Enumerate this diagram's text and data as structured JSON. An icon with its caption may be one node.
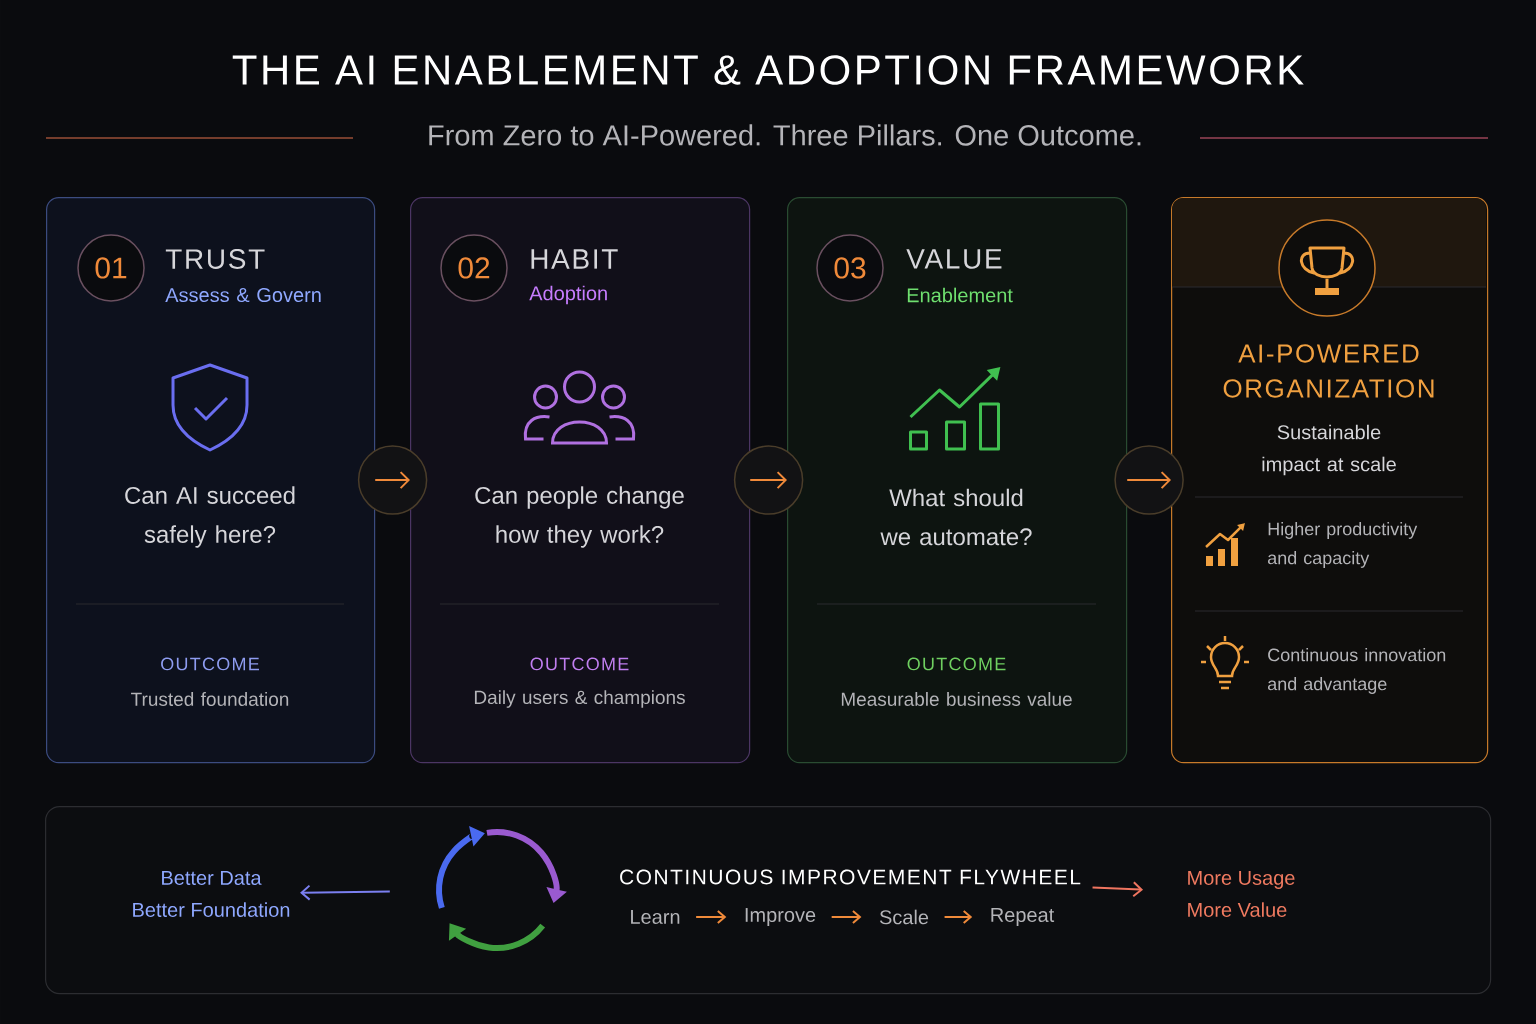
{
  "diagram": {
    "title": "THE AI ENABLEMENT & ADOPTION FRAMEWORK",
    "nodes": [
      {
        "text": [
          "TRUST",
          "Assess & Govern",
          "Can AI succeed safely here?",
          "OUTCOME",
          "Trusted foundation"
        ]
      },
      {
        "text": [
          "01"
        ],
        "in": 0
      },
      {
        "text": [
          "HABIT",
          "Adoption",
          "Can people change how they work?",
          "OUTCOME",
          "Daily users & champions"
        ]
      },
      {
        "text": [
          "02"
        ],
        "in": 2
      },
      {
        "text": [
          "VALUE",
          "Enablement",
          "What should we automate?",
          "OUTCOME",
          "Measurable business value"
        ]
      },
      {
        "text": [
          "03"
        ],
        "in": 4
      },
      {
        "text": [
          "AI-POWERED ORGANIZATION",
          "Sustainable impact at scale",
          "Higher productivity and capacity",
          "Continuous innovation and advantage"
        ]
      },
      {
        "text": [],
        "shape": "box"
      },
      {
        "text": [
          "Better Data",
          "Better Foundation"
        ],
        "in": 7
      },
      {
        "text": [],
        "shape": "circle",
        "in": 7
      },
      {
        "text": [
          "CONTINUOUS IMPROVEMENT FLYWHEEL"
        ],
        "in": 7
      },
      {
        "text": [
          "Learn"
        ],
        "in": 7
      },
      {
        "text": [
          "Improve"
        ],
        "in": 7
      },
      {
        "text": [
          "Scale"
        ],
        "in": 7
      },
      {
        "text": [
          "Repeat"
        ],
        "in": 7
      },
      {
        "text": [
          "More Usage",
          "More Value"
        ],
        "in": 7
      }
    ],
    "edges": [
      {
        "from": 0,
        "to": 2,
        "arrow": "to"
      },
      {
        "from": 2,
        "to": 4,
        "arrow": "to"
      },
      {
        "from": 4,
        "to": 6,
        "arrow": "to"
      },
      {
        "from": 9,
        "to": 8,
        "arrow": "to",
        "color": "#7b7ff0"
      },
      {
        "from": 10,
        "to": 15,
        "arrow": "to",
        "color": "#f07560"
      },
      {
        "from": 11,
        "to": 12,
        "arrow": "to"
      },
      {
        "from": 12,
        "to": 13,
        "arrow": "to"
      },
      {
        "from": 13,
        "to": 14,
        "arrow": "to"
      }
    ],
    "labels": [
      "From Zero to AI-Powered. Three Pillars. One Outcome."
    ]
  }
}
